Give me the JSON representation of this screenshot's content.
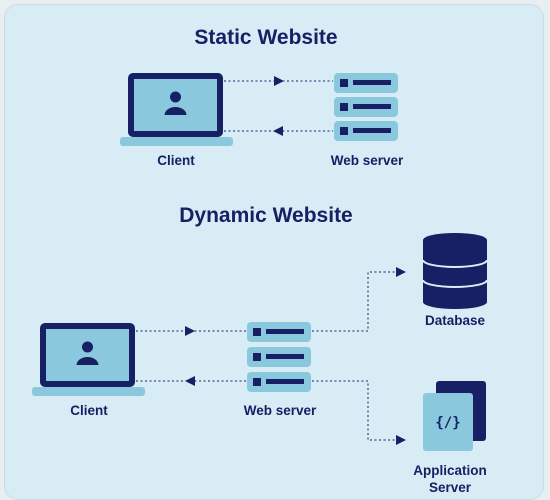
{
  "static": {
    "title": "Static Website",
    "client_label": "Client",
    "server_label": "Web server"
  },
  "dynamic": {
    "title": "Dynamic Website",
    "client_label": "Client",
    "server_label": "Web server",
    "database_label": "Database",
    "app_server_label_line1": "Application",
    "app_server_label_line2": "Server",
    "app_icon_text": "{/}"
  },
  "colors": {
    "background": "#d7ecf4",
    "navy": "#172064",
    "light_blue": "#8ac9dd"
  }
}
